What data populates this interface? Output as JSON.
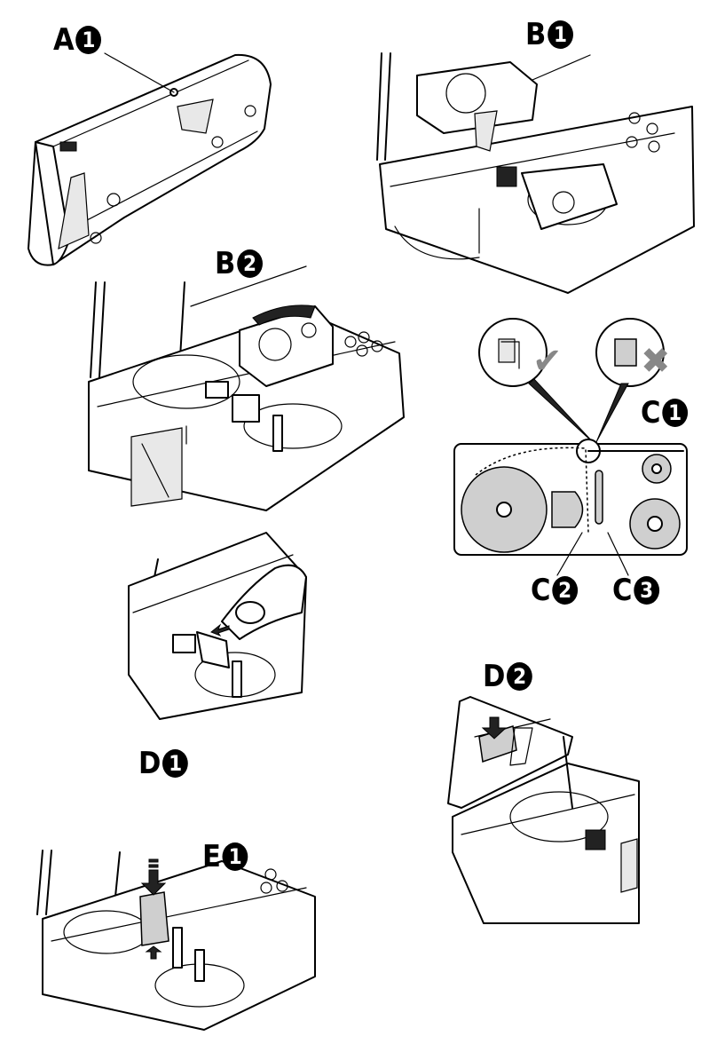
{
  "labels": {
    "a1": {
      "letter": "A",
      "num": "1"
    },
    "b1": {
      "letter": "B",
      "num": "1"
    },
    "b2": {
      "letter": "B",
      "num": "2"
    },
    "c1": {
      "letter": "C",
      "num": "1"
    },
    "c2": {
      "letter": "C",
      "num": "2"
    },
    "c3": {
      "letter": "C",
      "num": "3"
    },
    "d1": {
      "letter": "D",
      "num": "1"
    },
    "d2": {
      "letter": "D",
      "num": "2"
    },
    "e1": {
      "letter": "E",
      "num": "1"
    }
  },
  "check_mark": "✔",
  "cross_mark": "✖"
}
